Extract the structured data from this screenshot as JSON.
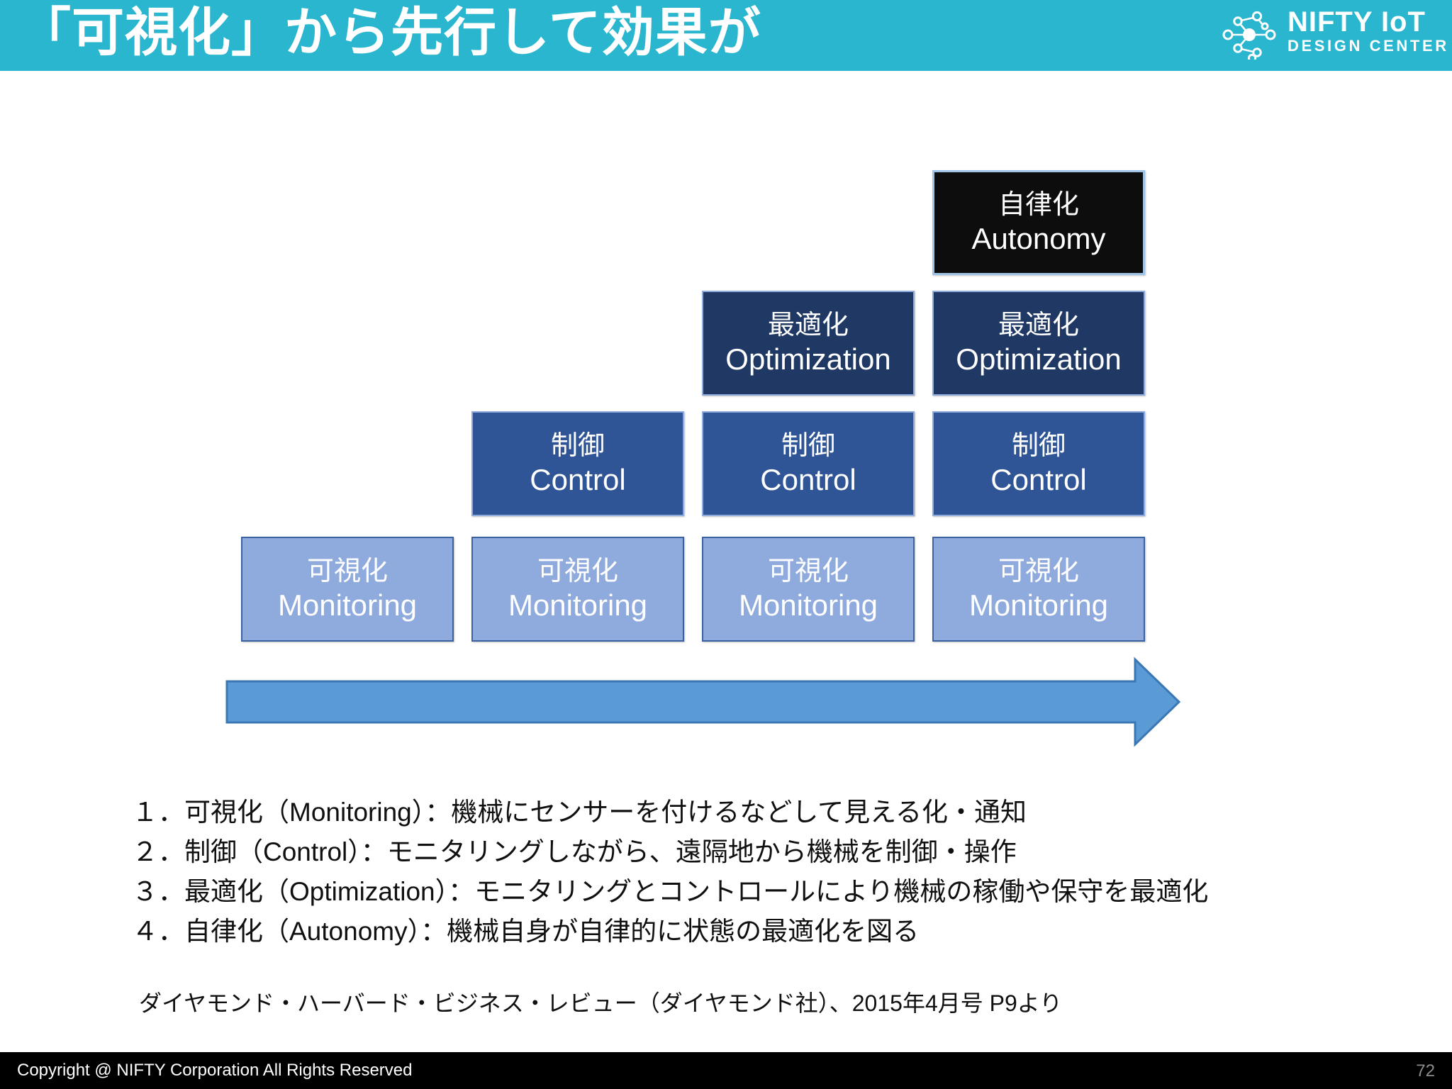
{
  "header": {
    "title": "「可視化」から先行して効果が",
    "bar_color": "#29b6ce",
    "logo": {
      "name": "nifty-iot-design-center-logo",
      "line1": "NIFTY IoT",
      "line2": "DESIGN CENTER"
    }
  },
  "diagram": {
    "type": "staircase",
    "levels": [
      {
        "key": "monitoring",
        "ja": "可視化",
        "en": "Monitoring",
        "color": "#8faadc",
        "border": "#3a61a0"
      },
      {
        "key": "control",
        "ja": "制御",
        "en": "Control",
        "color": "#2f5597",
        "border": "#8faadc"
      },
      {
        "key": "optimization",
        "ja": "最適化",
        "en": "Optimization",
        "color": "#1f3864",
        "border": "#8faadc"
      },
      {
        "key": "autonomy",
        "ja": "自律化",
        "en": "Autonomy",
        "color": "#0d0d0d",
        "border": "#9dc3e6"
      }
    ],
    "columns": [
      {
        "index": 1,
        "stack": [
          "monitoring"
        ]
      },
      {
        "index": 2,
        "stack": [
          "monitoring",
          "control"
        ]
      },
      {
        "index": 3,
        "stack": [
          "monitoring",
          "control",
          "optimization"
        ]
      },
      {
        "index": 4,
        "stack": [
          "monitoring",
          "control",
          "optimization",
          "autonomy"
        ]
      }
    ],
    "arrow": {
      "name": "progression-arrow",
      "direction": "right",
      "fill": "#5b9bd5",
      "stroke": "#3b77b4"
    }
  },
  "bullets": [
    "１．可視化（Monitoring）：機械にセンサーを付けるなどして見える化・通知",
    "２．制御（Control）：モニタリングしながら、遠隔地から機械を制御・操作",
    "３．最適化（Optimization）：モニタリングとコントロールにより機械の稼働や保守を最適化",
    "４．自律化（Autonomy）：機械自身が自律的に状態の最適化を図る"
  ],
  "source": "ダイヤモンド・ハーバード・ビジネス・レビュー（ダイヤモンド社）、2015年4月号 P9より",
  "footer": {
    "copyright": "Copyright @ NIFTY Corporation All Rights Reserved",
    "page_number": "72",
    "bar_color": "#000000"
  }
}
